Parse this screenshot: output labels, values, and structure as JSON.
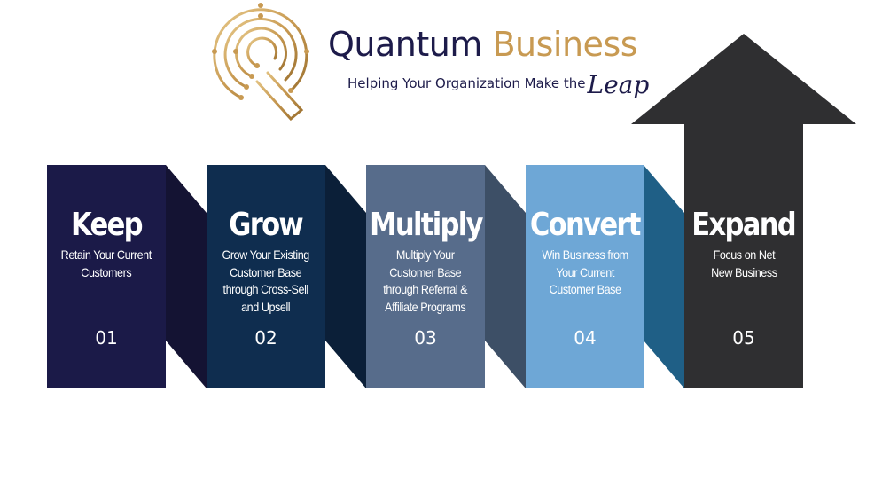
{
  "brand": {
    "name_part1": "Quantum",
    "name_part2": "Business",
    "tagline": "Helping Your Organization Make the",
    "tagline_script": "Leap"
  },
  "colors": {
    "gold": "#c89a52",
    "navy_text": "#1d1b4a",
    "arrow": "#2f2f31"
  },
  "steps": [
    {
      "title": "Keep",
      "description": "Retain Your Current\nCustomers",
      "number": "01",
      "color": "#1b1a48",
      "side_color": "#141333"
    },
    {
      "title": "Grow",
      "description": "Grow Your Existing\nCustomer Base\nthrough Cross-Sell\nand Upsell",
      "number": "02",
      "color": "#0f2d4f",
      "side_color": "#0b1f38"
    },
    {
      "title": "Multiply",
      "description": "Multiply Your\nCustomer Base\nthrough Referral &\nAffiliate Programs",
      "number": "03",
      "color": "#576c8b",
      "side_color": "#3d4f66"
    },
    {
      "title": "Convert",
      "description": "Win Business from\nYour Current\nCustomer Base",
      "number": "04",
      "color": "#6ea7d6",
      "side_color": "#1f5f86"
    },
    {
      "title": "Expand",
      "description": "Focus on Net\nNew Business",
      "number": "05",
      "color": "#2f2f31",
      "side_color": "#2f2f31"
    }
  ]
}
